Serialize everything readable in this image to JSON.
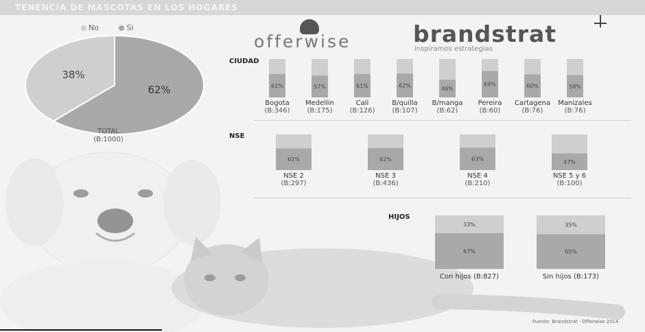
{
  "header": {
    "title": "TENENCIA DE MASCOTAS EN LOS HOGARES"
  },
  "brands": {
    "offerwise": "offerwise",
    "brandstrat": "brandstrat",
    "tagline": "inspiramos estrategias"
  },
  "footer": {
    "note": "Fuente: Brandstrat · Offerwise 2014"
  },
  "colors": {
    "no": "#cfcfcf",
    "si": "#a9a9a9"
  },
  "legend": [
    {
      "label": "No",
      "color": "#cfcfcf"
    },
    {
      "label": "Si",
      "color": "#a9a9a9"
    }
  ],
  "chart_data": [
    {
      "type": "pie",
      "categories": [
        "No",
        "Si"
      ],
      "values": [
        38,
        62
      ],
      "value_labels": [
        "38%",
        "62%"
      ],
      "label": "TOTAL",
      "base": "(B:1000)"
    },
    {
      "type": "bar",
      "stacked": true,
      "section": "CIUDAD",
      "categories": [
        "Bogota",
        "Medellin",
        "Cali",
        "B/quilla",
        "B/manga",
        "Pereira",
        "Cartagena",
        "Manizales"
      ],
      "bases": [
        "(B:346)",
        "(B:175)",
        "(B:126)",
        "(B:107)",
        "(B:62)",
        "(B:60)",
        "(B:76)",
        "(B:76)"
      ],
      "series": [
        {
          "name": "Si",
          "values": [
            61,
            57,
            61,
            62,
            46,
            69,
            60,
            58
          ]
        },
        {
          "name": "No",
          "values": [
            39,
            43,
            39,
            38,
            54,
            31,
            40,
            42
          ]
        }
      ],
      "value_labels": [
        "61%",
        "57%",
        "61%",
        "62%",
        "46%",
        "69%",
        "60%",
        "58%"
      ],
      "ylim": [
        0,
        100
      ]
    },
    {
      "type": "bar",
      "stacked": true,
      "section": "NSE",
      "categories": [
        "NSE 2",
        "NSE 3",
        "NSE 4",
        "NSE 5 y 6"
      ],
      "bases": [
        "(B:297)",
        "(B:436)",
        "(B:210)",
        "(B:100)"
      ],
      "series": [
        {
          "name": "Si",
          "values": [
            61,
            62,
            63,
            47
          ]
        },
        {
          "name": "No",
          "values": [
            39,
            38,
            37,
            53
          ]
        }
      ],
      "value_labels": [
        "61%",
        "62%",
        "63%",
        "47%"
      ],
      "ylim": [
        0,
        100
      ]
    },
    {
      "type": "bar",
      "stacked": true,
      "section": "HIJOS",
      "categories": [
        "Con hijos",
        "Sin hijos"
      ],
      "bases": [
        "(B:827)",
        "(B:173)"
      ],
      "series": [
        {
          "name": "Si",
          "values": [
            67,
            65
          ]
        },
        {
          "name": "No",
          "values": [
            33,
            35
          ]
        }
      ],
      "value_labels_si": [
        "67%",
        "65%"
      ],
      "value_labels_no": [
        "33%",
        "35%"
      ],
      "ylim": [
        0,
        100
      ]
    }
  ]
}
